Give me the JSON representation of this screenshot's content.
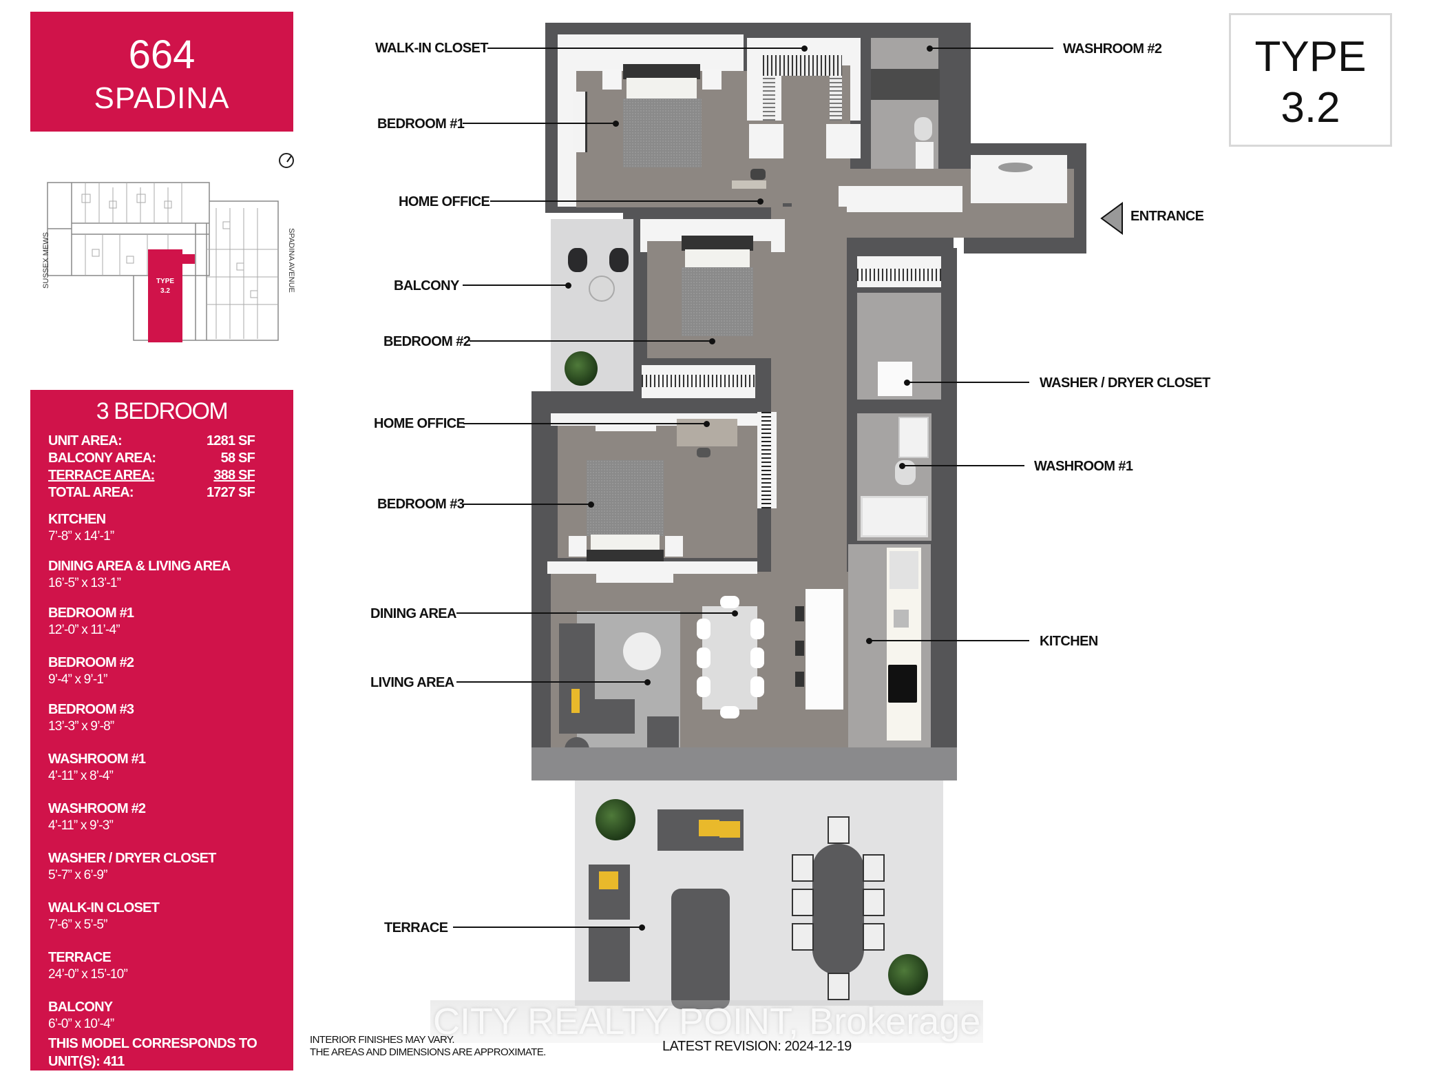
{
  "title": {
    "number": "664",
    "name": "SPADINA"
  },
  "type_box": {
    "word": "TYPE",
    "number": "3.2"
  },
  "key_plan": {
    "street_left": "SUSSEX MEWS",
    "street_right": "SPADINA AVENUE",
    "highlight_label": "TYPE",
    "highlight_number": "3.2",
    "compass_icon": "north-arrow-icon"
  },
  "info": {
    "heading": "3 BEDROOM",
    "areas": [
      {
        "label": "UNIT AREA:",
        "value": "1281 SF"
      },
      {
        "label": "BALCONY AREA:",
        "value": "58 SF"
      },
      {
        "label": "TERRACE AREA:",
        "value": "388 SF"
      },
      {
        "label": "TOTAL AREA:",
        "value": "1727 SF"
      }
    ],
    "rooms": [
      {
        "name": "KITCHEN",
        "dims": "7’-8” x 14’-1”"
      },
      {
        "name": "DINING AREA & LIVING AREA",
        "dims": "16’-5” x 13’-1”"
      },
      {
        "name": "BEDROOM #1",
        "dims": "12’-0” x 11’-4”"
      },
      {
        "name": "BEDROOM #2",
        "dims": "9’-4” x 9’-1”"
      },
      {
        "name": "BEDROOM #3",
        "dims": "13’-3” x 9’-8”"
      },
      {
        "name": "WASHROOM #1",
        "dims": "4’-11” x 8’-4”"
      },
      {
        "name": "WASHROOM #2",
        "dims": "4’-11” x 9’-3”"
      },
      {
        "name": "WASHER / DRYER CLOSET",
        "dims": "5’-7” x 6’-9”"
      },
      {
        "name": "WALK-IN CLOSET",
        "dims": "7’-6” x 5’-5”"
      },
      {
        "name": "TERRACE",
        "dims": "24’-0” x 15’-10”"
      },
      {
        "name": "BALCONY",
        "dims": "6’-0” x 10’-4”"
      }
    ],
    "corresponds_line1": "THIS MODEL CORRESPONDS TO",
    "corresponds_line2": "UNIT(S): 411"
  },
  "plan_labels": {
    "left": [
      {
        "text": "WALK-IN CLOSET"
      },
      {
        "text": "BEDROOM #1"
      },
      {
        "text": "HOME OFFICE"
      },
      {
        "text": "BALCONY"
      },
      {
        "text": "BEDROOM #2"
      },
      {
        "text": "HOME OFFICE"
      },
      {
        "text": "BEDROOM #3"
      },
      {
        "text": "DINING AREA"
      },
      {
        "text": "LIVING AREA"
      },
      {
        "text": "TERRACE"
      }
    ],
    "right": [
      {
        "text": "WASHROOM #2"
      },
      {
        "text": "ENTRANCE"
      },
      {
        "text": "WASHER / DRYER CLOSET"
      },
      {
        "text": "WASHROOM #1"
      },
      {
        "text": "KITCHEN"
      }
    ]
  },
  "footer": {
    "note_line1": "INTERIOR FINISHES MAY VARY.",
    "note_line2": "THE AREAS AND DIMENSIONS ARE APPROXIMATE.",
    "revision": "LATEST REVISION: 2024-12-19",
    "watermark": "CITY REALTY POINT, Brokerage"
  },
  "colors": {
    "brand_red": "#d0134a",
    "wall": "#555557",
    "floor": "#8d8782"
  }
}
